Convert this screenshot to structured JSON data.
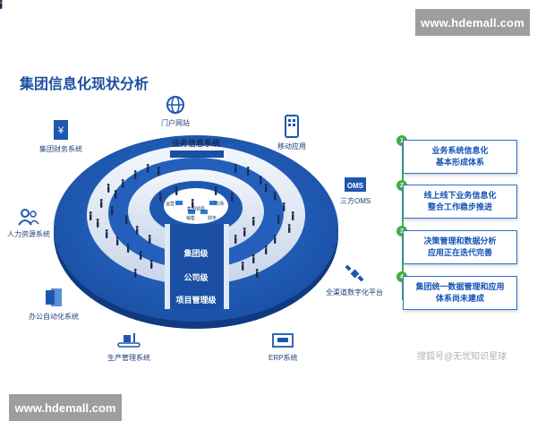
{
  "watermark": {
    "top": "www.hdemall.com",
    "bottom": "www.hdemall.com"
  },
  "title": "集团信息化现状分析",
  "diagram": {
    "top_label": "业务信息系统",
    "rings": [
      "集团级",
      "公司级",
      "项目管理级"
    ],
    "center_units": [
      "运营",
      "市场",
      "集团领导",
      "销售",
      "财务"
    ]
  },
  "systems": [
    {
      "label": "集团财务系统",
      "icon": "yen-document-icon"
    },
    {
      "label": "门户网站",
      "icon": "globe-icon"
    },
    {
      "label": "移动应用",
      "icon": "mobile-app-icon"
    },
    {
      "label": "三方OMS",
      "icon": "oms-box-icon"
    },
    {
      "label": "人力资源系统",
      "icon": "people-icon"
    },
    {
      "label": "全渠道数字化平台",
      "icon": "satellite-icon"
    },
    {
      "label": "办公自动化系统",
      "icon": "office-document-icon"
    },
    {
      "label": "生产管理系统",
      "icon": "factory-conveyor-icon"
    },
    {
      "label": "ERP系统",
      "icon": "erp-screen-icon"
    }
  ],
  "findings": [
    {
      "num": "1",
      "line1": "业务系统信息化",
      "line2": "基本形成体系"
    },
    {
      "num": "2",
      "line1": "线上线下业务信息化",
      "line2": "整合工作稳步推进"
    },
    {
      "num": "3",
      "line1": "决策管理和数据分析",
      "line2": "应用正在迭代完善"
    },
    {
      "num": "4",
      "line1": "集团统一数据管理和应用",
      "line2": "体系尚未建成"
    }
  ],
  "credit": "搜狐号@无忧知识星球",
  "colors": {
    "accent": "#1553b8",
    "ring_dark": "#1e57b0",
    "ring_light": "#dfe8f6",
    "badge": "#3fae49"
  }
}
